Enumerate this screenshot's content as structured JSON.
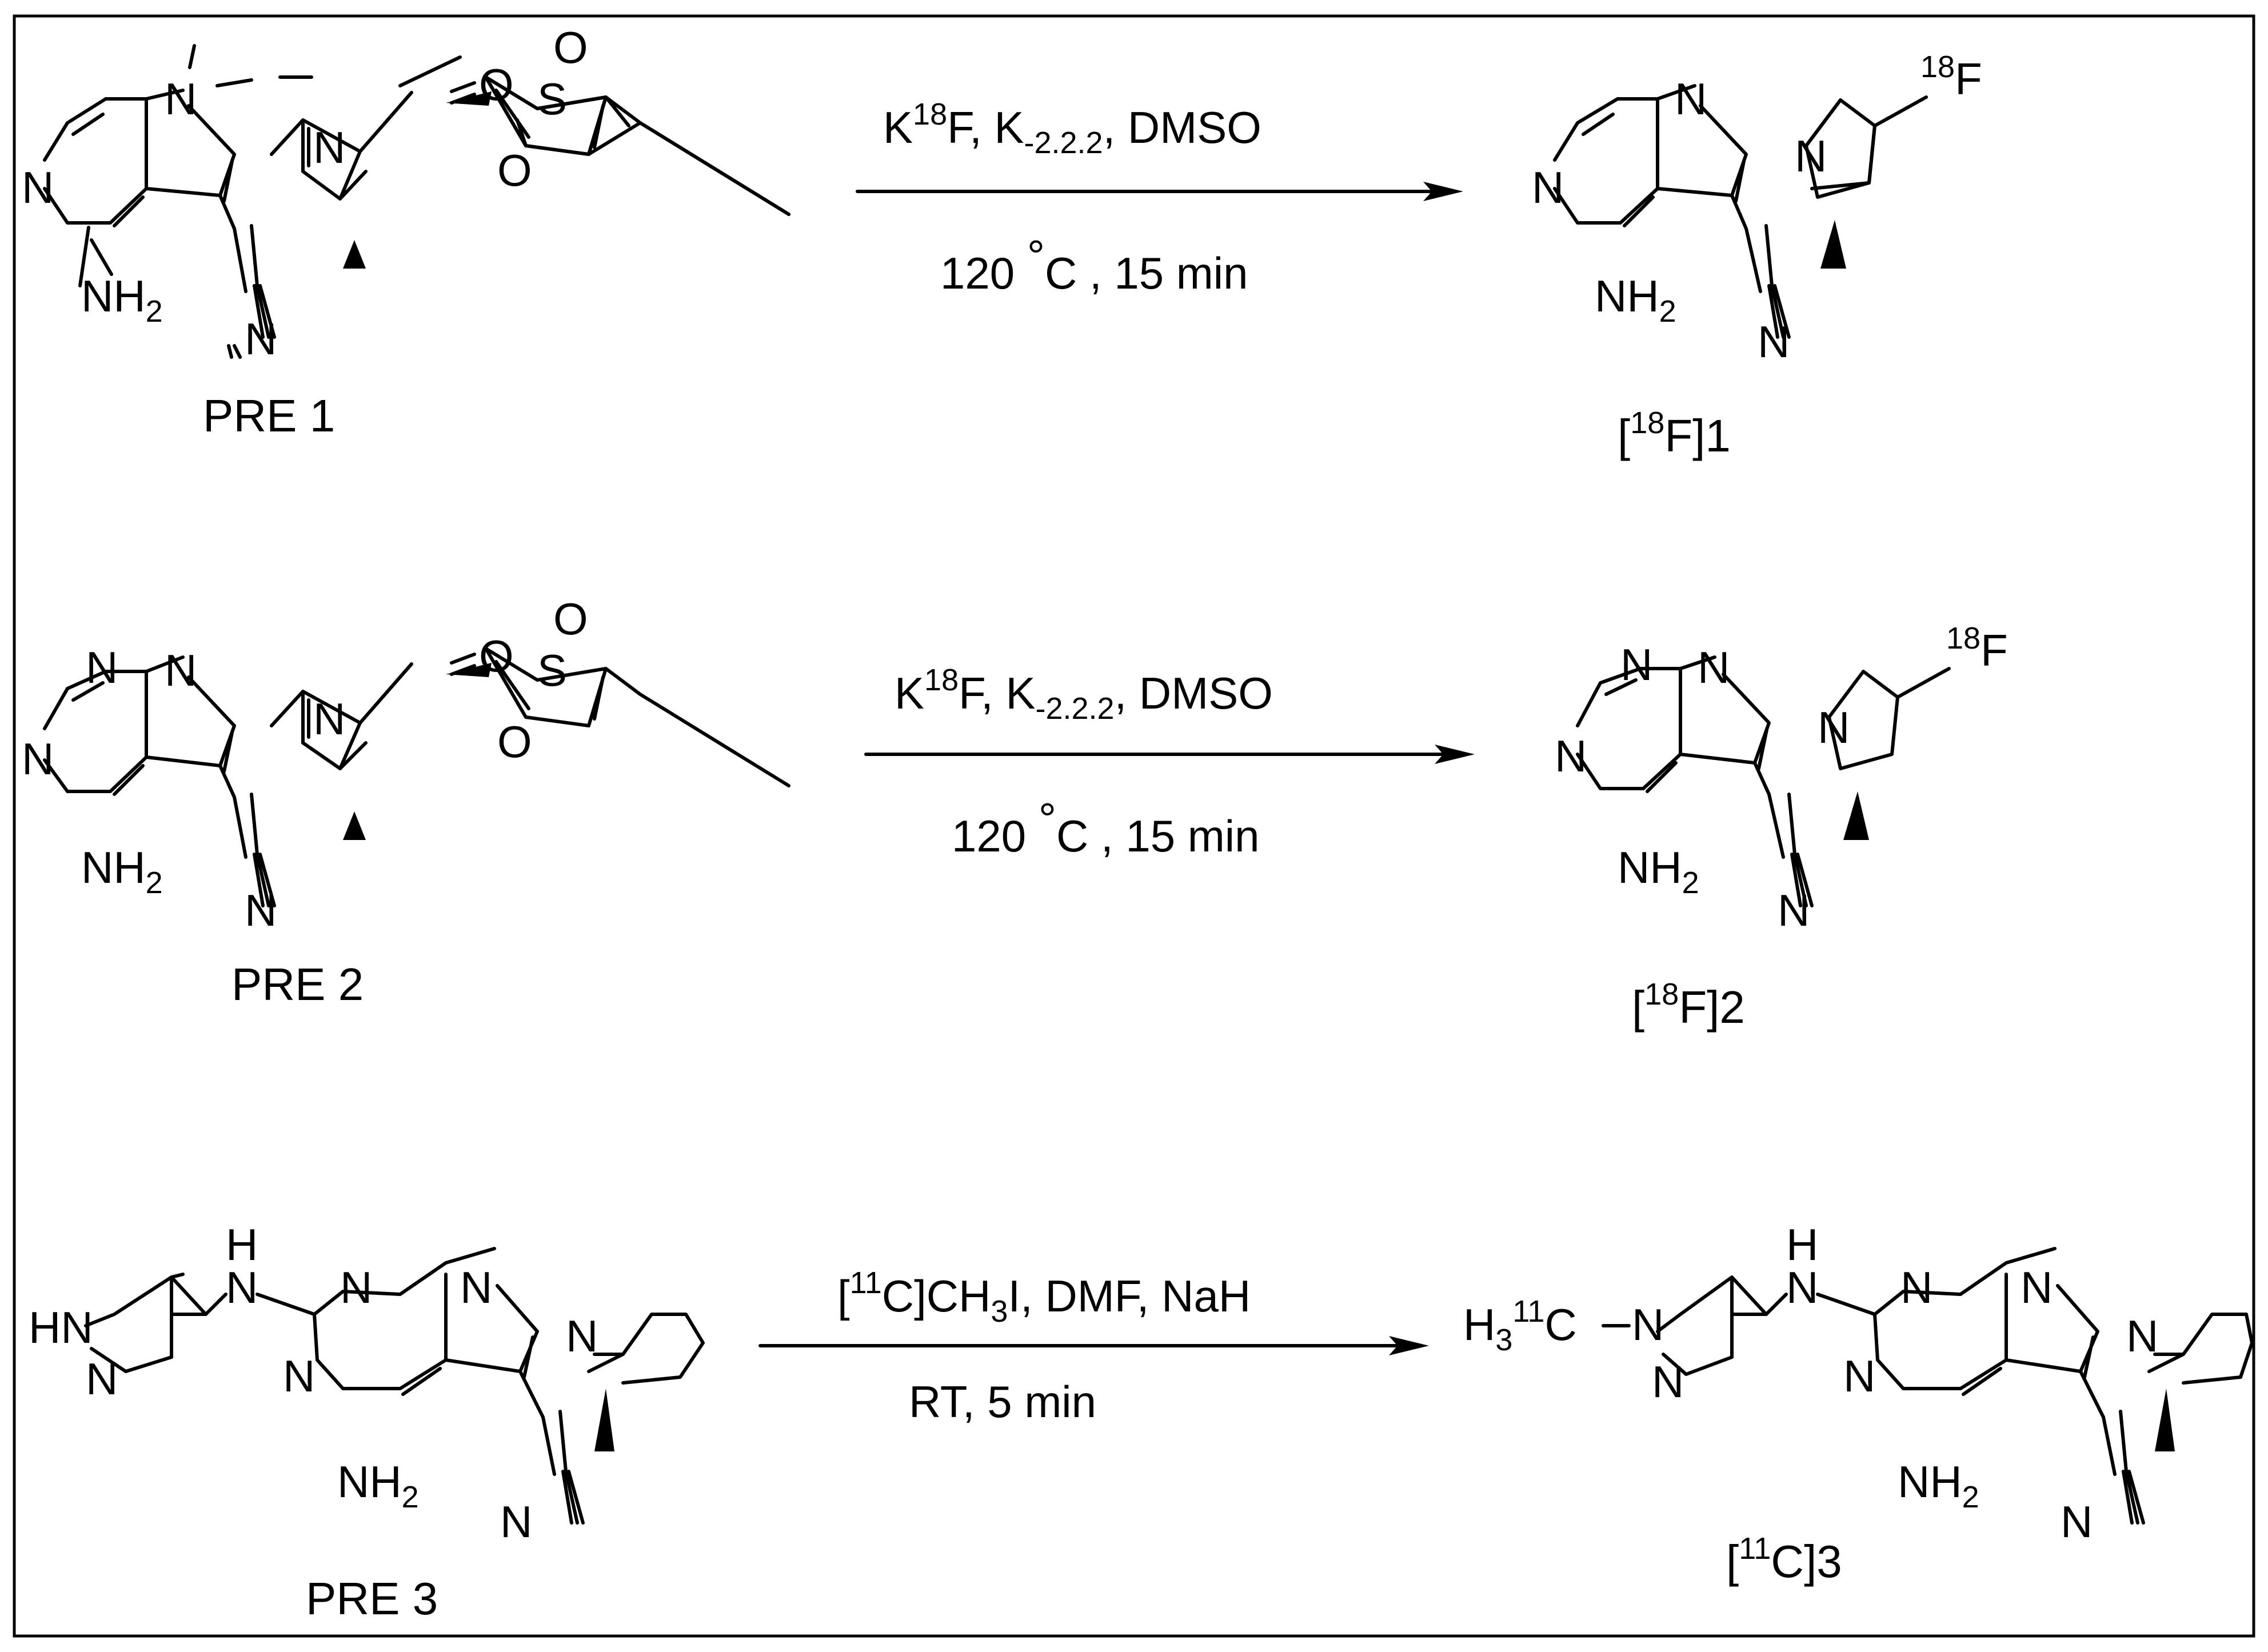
{
  "reactions": [
    {
      "precursor": {
        "label": "PRE 1",
        "atoms": {
          "n_pyridine": "N",
          "n_indole": "N",
          "n_pyrrolidine": "N",
          "o_link": "O",
          "s": "S",
          "o_top": "O",
          "o_bottom": "O",
          "nitrile_n": "N",
          "nh": "NH",
          "nh_sub": "2"
        }
      },
      "conditions": {
        "line1_a": "K",
        "line1_sup": "18",
        "line1_b": "F,  K",
        "line1_sub": "-2.2.2",
        "line1_c": ", DMSO",
        "line2_a": "120 ",
        "line2_deg": "°",
        "line2_b": "C ,  15 min"
      },
      "product": {
        "label_open": "[",
        "label_sup": "18",
        "label_close": "F]1",
        "atoms": {
          "n_pyridine": "N",
          "n_indole": "N",
          "n_pyrrolidine": "N",
          "f_sup": "18",
          "f": "F",
          "nitrile_n": "N",
          "nh": "NH",
          "nh_sub": "2"
        }
      }
    },
    {
      "precursor": {
        "label": "PRE 2",
        "atoms": {
          "n_top": "N",
          "n_left": "N",
          "n_indole": "N",
          "n_pyrrolidine": "N",
          "o_link": "O",
          "s": "S",
          "o_top": "O",
          "o_bottom": "O",
          "nitrile_n": "N",
          "nh": "NH",
          "nh_sub": "2"
        }
      },
      "conditions": {
        "line1_a": "K",
        "line1_sup": "18",
        "line1_b": "F,  K",
        "line1_sub": "-2.2.2",
        "line1_c": ", DMSO",
        "line2_a": "120 ",
        "line2_deg": "°",
        "line2_b": "C ,  15 min"
      },
      "product": {
        "label_open": "[",
        "label_sup": "18",
        "label_close": "F]2",
        "atoms": {
          "n_top": "N",
          "n_left": "N",
          "n_indole": "N",
          "n_pyrrolidine": "N",
          "f_sup": "18",
          "f": "F",
          "nitrile_n": "N",
          "nh": "NH",
          "nh_sub": "2"
        }
      }
    },
    {
      "precursor": {
        "label": "PRE 3",
        "atoms": {
          "hn_pyrazole": "HN",
          "n_pyrazole": "N",
          "h_amine": "H",
          "n_amine": "N",
          "n_top": "N",
          "n_left": "N",
          "n_indole": "N",
          "n_pyrrolidine": "N",
          "nitrile_n": "N",
          "nh": "NH",
          "nh_sub": "2"
        }
      },
      "conditions": {
        "line1_a": "[",
        "line1_sup": "11",
        "line1_b": "C]CH",
        "line1_sub": "3",
        "line1_c": "I, DMF,  NaH",
        "line2": "RT,  5 min"
      },
      "product": {
        "label_open": "[",
        "label_sup": "11",
        "label_close": "C]3",
        "atoms": {
          "h3": "H",
          "h3_sub": "3",
          "c_sup": "11",
          "c": "C",
          "n_pyrazole_sub": "N",
          "n_pyrazole": "N",
          "h_amine": "H",
          "n_amine": "N",
          "n_top": "N",
          "n_left": "N",
          "n_indole": "N",
          "n_pyrrolidine": "N",
          "nitrile_n": "N",
          "nh": "NH",
          "nh_sub": "2"
        }
      }
    }
  ]
}
